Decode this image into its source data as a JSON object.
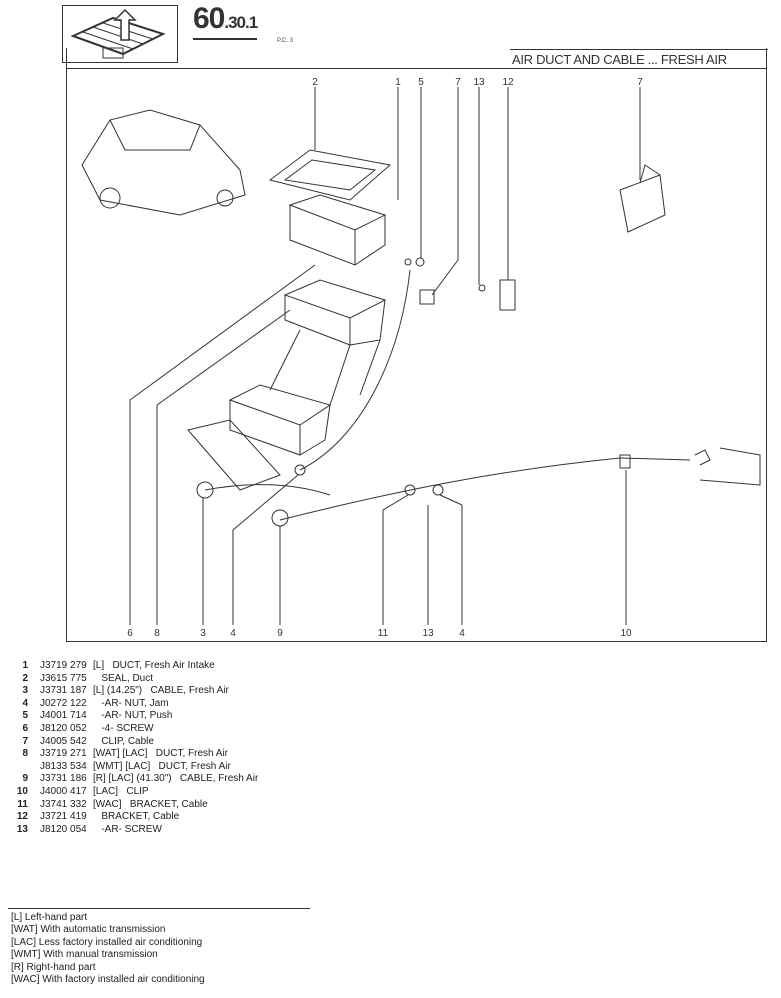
{
  "header": {
    "section_main": "60",
    "section_sub": ".30.1",
    "page_code": "P.C. 3",
    "title": "AIR DUCT AND CABLE ... FRESH AIR"
  },
  "callouts": {
    "top": [
      "2",
      "1",
      "5",
      "7",
      "13",
      "12",
      "7"
    ],
    "bottom": [
      "6",
      "8",
      "3",
      "4",
      "9",
      "11",
      "13",
      "4",
      "10"
    ]
  },
  "parts": [
    {
      "n": "1",
      "part": "J3719 279",
      "desc": "[L]   DUCT, Fresh Air Intake"
    },
    {
      "n": "2",
      "part": "J3615 775",
      "desc": "   SEAL, Duct"
    },
    {
      "n": "3",
      "part": "J3731 187",
      "desc": "[L] (14.25\")   CABLE, Fresh Air"
    },
    {
      "n": "4",
      "part": "J0272 122",
      "desc": "   -AR- NUT, Jam"
    },
    {
      "n": "5",
      "part": "J4001 714",
      "desc": "   -AR- NUT, Push"
    },
    {
      "n": "6",
      "part": "J8120 052",
      "desc": "   -4- SCREW"
    },
    {
      "n": "7",
      "part": "J4005 542",
      "desc": "   CLIP, Cable"
    },
    {
      "n": "8",
      "part": "J3719 271",
      "desc": "[WAT] [LAC]   DUCT, Fresh Air"
    },
    {
      "n": "",
      "part": "J8133 534",
      "desc": "[WMT] [LAC]   DUCT, Fresh Air"
    },
    {
      "n": "9",
      "part": "J3731 186",
      "desc": "[R] [LAC] (41.30\")   CABLE, Fresh Air"
    },
    {
      "n": "10",
      "part": "J4000 417",
      "desc": "[LAC]   CLIP"
    },
    {
      "n": "11",
      "part": "J3741 332",
      "desc": "[WAC]   BRACKET, Cable"
    },
    {
      "n": "12",
      "part": "J3721 419",
      "desc": "   BRACKET, Cable"
    },
    {
      "n": "13",
      "part": "J8120 054",
      "desc": "   -AR- SCREW"
    }
  ],
  "legend": [
    "[L] Left-hand part",
    "[WAT] With automatic transmission",
    "[LAC] Less factory installed air conditioning",
    "[WMT] With manual transmission",
    "[R] Right-hand part",
    "[WAC] With factory installed air conditioning"
  ]
}
